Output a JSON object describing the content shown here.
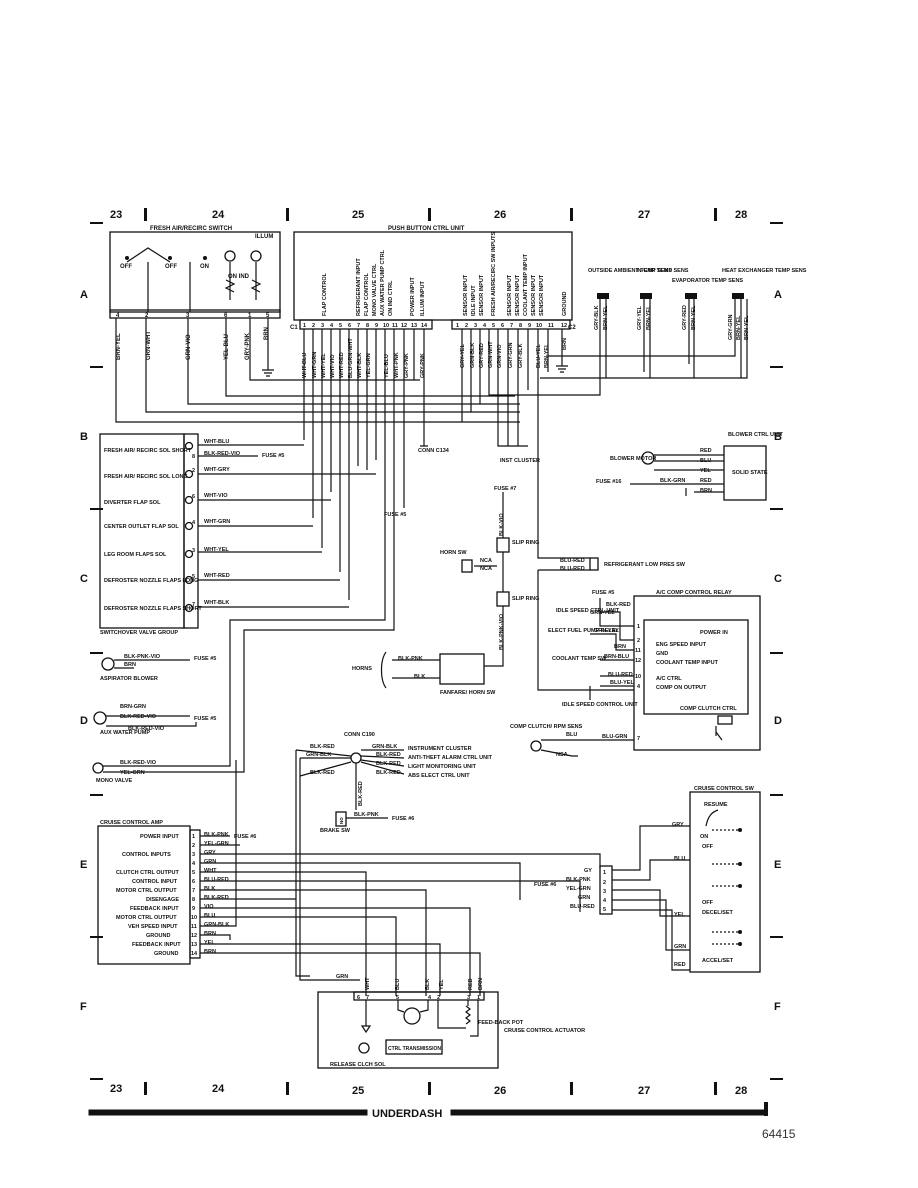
{
  "grid": {
    "columns": [
      "23",
      "24",
      "25",
      "26",
      "27",
      "28"
    ],
    "rows": [
      "A",
      "B",
      "C",
      "D",
      "E",
      "F"
    ]
  },
  "footer": {
    "label": "UNDERDASH",
    "figure_number": "64415"
  },
  "components": {
    "fresh_air_switch": {
      "title": "FRESH AIR/RECIRC SWITCH",
      "illum": "ILLUM",
      "off1": "OFF",
      "off2": "OFF",
      "on": "ON",
      "on_ind": "ON IND",
      "pins": [
        "4",
        "2",
        "3",
        "6",
        "1",
        "5"
      ]
    },
    "push_button_unit": {
      "title": "PUSH BUTTON CTRL UNIT",
      "c1": "C1",
      "c2": "C2",
      "c1_pins": [
        "1",
        "2",
        "3",
        "4",
        "5",
        "6",
        "7",
        "8",
        "9",
        "10",
        "11",
        "12",
        "13",
        "14"
      ],
      "c2_pins": [
        "1",
        "2",
        "3",
        "4",
        "5",
        "6",
        "7",
        "8",
        "9",
        "10",
        "11",
        "12"
      ],
      "c1_functions": [
        "FLAP CONTROL",
        "REFRIGERANT INPUT",
        "FLAP CONTROL",
        "MONO VALVE CTRL",
        "AUX WATER PUMP CTRL",
        "ON IND CTRL",
        "POWER INPUT",
        "ILLUM INPUT"
      ],
      "c2_functions": [
        "SENSOR INPUT",
        "IDLE INPUT",
        "SENSOR INPUT",
        "FRESH AIR/RECIRC SW INPUTS",
        "SENSOR INPUT",
        "SENSOR INPUT",
        "COOLANT TEMP INPUT",
        "SENSOR INPUT",
        "SENSOR INPUT",
        "GROUND"
      ]
    },
    "sensors": [
      {
        "name": "OUTSIDE AMBIENT TEMP SENS",
        "wires": [
          "GRY-BLK",
          "BRN-YEL"
        ]
      },
      {
        "name": "IN-CAR TEMP SENS",
        "wires": [
          "GRY-YEL",
          "BRN-YEL"
        ]
      },
      {
        "name": "EVAPORATOR TEMP SENS",
        "wires": [
          "GRY-RED",
          "BRN-YEL"
        ]
      },
      {
        "name": "HEAT EXCHANGER TEMP SENS",
        "wires": [
          "GRY-GRN",
          "BRN-YEL",
          "BRN-YEL"
        ]
      }
    ],
    "switchover_group": {
      "title": "SWITCHOVER VALVE GROUP",
      "solenoids": [
        {
          "name": "FRESH AIR/ RECIRC SOL SHORT",
          "pin": "8",
          "wire": "WHT-BLU"
        },
        {
          "name": "FRESH AIR/ RECIRC SOL LONG",
          "pin": "2",
          "wire": "WHT-GRY"
        },
        {
          "name": "DIVERTER FLAP SOL",
          "pin": "6",
          "wire": "WHT-VIO"
        },
        {
          "name": "CENTER OUTLET FLAP SOL",
          "pin": "4",
          "wire": "WHT-GRN"
        },
        {
          "name": "LEG ROOM FLAPS SOL",
          "pin": "3",
          "wire": "WHT-YEL"
        },
        {
          "name": "DEFROSTER NOZZLE FLAPS LONG",
          "pin": "5",
          "wire": "WHT-RED"
        },
        {
          "name": "DEFROSTER NOZZLE FLAPS SHORT",
          "pin": "7",
          "wire": "WHT-BLK"
        }
      ],
      "supply_wire": "BLK-RED-VIO",
      "fuse": "FUSE #5"
    },
    "conn_c134": "CONN C134",
    "inst_cluster": "INST CLUSTER",
    "blower": {
      "unit_title": "BLOWER CTRL UNIT",
      "motor": "BLOWER MOTOR",
      "solid_state": "SOLID STATE",
      "wires": [
        "RED",
        "BLU",
        "YEL",
        "RED",
        "BRN"
      ],
      "fuse_wire": "BLK-GRN",
      "fuse": "FUSE #16"
    },
    "fuse5_label": "FUSE #5",
    "fuse7_label": "FUSE #7",
    "slip_ring": "SLIP RING",
    "horn_sw": "HORN SW",
    "nca": "NCA",
    "horns": "HORNS",
    "fanfare": "FANFARE/ HORN SW",
    "horn_wires": [
      "BLK-VIO",
      "BLK-PNK",
      "BLK",
      "BLK-PNK-VIO"
    ],
    "refrigerant_sw": {
      "name": "REFRIGERANT LOW PRES SW",
      "wires": [
        "BLU-RED",
        "BLU-RED"
      ]
    },
    "ac_relay": {
      "title": "A/C COMP CONTROL RELAY",
      "fuse": "FUSE #5",
      "inputs": [
        {
          "name": "IDLE SPEED CTRL UNIT",
          "wire": "GRN-YEL"
        },
        {
          "name": "ELECT FUEL PUMP RELAY",
          "wire": "GRN-YEL"
        },
        {
          "name": "COOLANT TEMP SW",
          "wire": "BRN-BLU"
        },
        {
          "name": "IDLE SPEED CONTROL UNIT",
          "wire": "BLU-YEL"
        }
      ],
      "pins": [
        "1",
        "2",
        "11",
        "12",
        "10",
        "4",
        "7"
      ],
      "functions": [
        "POWER IN",
        "ENG SPEED INPUT",
        "GND",
        "COOLANT TEMP INPUT",
        "A/C CTRL",
        "COMP ON OUTPUT"
      ],
      "sub": "COMP CLUTCH CTRL",
      "wires": [
        "BLK-RED",
        "BRN",
        "BLU-RED",
        "BLU-GRN"
      ]
    },
    "comp_clutch": {
      "name": "COMP CLUTCH/ RPM SENS",
      "wires": [
        "BLU",
        "BLU-GRN"
      ],
      "nsa": "NSA"
    },
    "aspirator": {
      "name": "ASPIRATOR BLOWER",
      "wires": [
        "BLK-PNK-VIO",
        "BRN"
      ],
      "fuse": "FUSE #5"
    },
    "aux_pump": {
      "name": "AUX WATER PUMP",
      "wires": [
        "BRN-GRN",
        "BLK-RED-VIO",
        "BLK-RED-VIO"
      ],
      "fuse": "FUSE #5"
    },
    "mono_valve": {
      "name": "MONO VALVE",
      "wires": [
        "BLK-RED-VIO",
        "YEL-GRN"
      ]
    },
    "conn_c190": {
      "name": "CONN C190",
      "left_wires": [
        "BLK-RED",
        "GRN-BLK",
        "BLK-RED"
      ],
      "right": [
        {
          "wire": "GRN-BLK",
          "dest": "INSTRUMENT CLUSTER"
        },
        {
          "wire": "BLK-RED",
          "dest": "ANTI-THEFT ALARM CTRL UNIT"
        },
        {
          "wire": "BLK-RED",
          "dest": "LIGHT MONITORING UNIT"
        },
        {
          "wire": "BLK-RED",
          "dest": "ABS ELECT CTRL UNIT"
        }
      ]
    },
    "brake_sw": {
      "name": "BRAKE SW",
      "wire": "BLK-PNK",
      "fuse": "FUSE #6",
      "nc": "NO"
    },
    "cruise_amp": {
      "title": "CRUISE CONTROL AMP",
      "rows": [
        {
          "label": "POWER INPUT",
          "pin": "1",
          "wire": "BLK-PNK"
        },
        {
          "label": "",
          "pin": "2",
          "wire": "YEL-GRN"
        },
        {
          "label": "CONTROL INPUTS",
          "pin": "3",
          "wire": "GRY"
        },
        {
          "label": "",
          "pin": "4",
          "wire": "GRN"
        },
        {
          "label": "CLUTCH CTRL OUTPUT",
          "pin": "5",
          "wire": "WHT"
        },
        {
          "label": "CONTROL INPUT",
          "pin": "6",
          "wire": "BLU-RED"
        },
        {
          "label": "MOTOR CTRL OUTPUT",
          "pin": "7",
          "wire": "BLK"
        },
        {
          "label": "DISENGAGE",
          "pin": "8",
          "wire": "BLK-RED"
        },
        {
          "label": "FEEDBACK INPUT",
          "pin": "9",
          "wire": "VIO"
        },
        {
          "label": "MOTOR CTRL OUTPUT",
          "pin": "10",
          "wire": "BLU"
        },
        {
          "label": "VEH SPEED INPUT",
          "pin": "11",
          "wire": "GRN-BLK"
        },
        {
          "label": "GROUND",
          "pin": "12",
          "wire": "BRN"
        },
        {
          "label": "FEEDBACK INPUT",
          "pin": "13",
          "wire": "YEL"
        },
        {
          "label": "GROUND",
          "pin": "14",
          "wire": "BRN"
        }
      ],
      "fuse": "FUSE #6"
    },
    "cruise_sw": {
      "title": "CRUISE CONTROL SW",
      "positions": [
        "RESUME",
        "ON",
        "OFF",
        "OFF",
        "DECEL/SET",
        "ACCEL/SET"
      ],
      "pins": [
        "1",
        "2",
        "3",
        "4",
        "5"
      ],
      "wires": [
        "GY",
        "BLK-PNK",
        "YEL-GRN",
        "GRN",
        "BLU-RED"
      ],
      "switch_wires": [
        "GRY",
        "BLU",
        "YEL",
        "GRN",
        "RED"
      ],
      "fuse": "FUSE #6"
    },
    "actuator": {
      "name": "CRUISE CONTROL ACTUATOR",
      "pins": [
        "6",
        "7",
        "5",
        "4",
        "2",
        "3",
        "1"
      ],
      "wires": [
        "GRN",
        "WHT",
        "BLU",
        "BLK",
        "YEL",
        "RED",
        "BRN"
      ],
      "feedback_pot": "FEED-BACK POT",
      "transmission": "CTRL TRANSMISSION",
      "release": "RELEASE CLCH SOL"
    },
    "left_wires": [
      "BRN-YEL",
      "GRN-WHT",
      "GRN-VIO",
      "YEL-BLU",
      "GRY-PNK",
      "BRN"
    ],
    "c1_wires": [
      "WHT-BLU",
      "WHT-GRN",
      "WHT-YEL",
      "WHT-VIO",
      "WHT-RED",
      "BLU-GRN-WHT",
      "WHT-BLK",
      "YEL-GRN",
      "YEL-BLU",
      "WHT-PNK",
      "GRY-PNK",
      "GRY-PNK"
    ],
    "c2_wires": [
      "GRY-YEL",
      "GRN-BLK",
      "GRY-RED",
      "GRN-WHT",
      "GRN-VIO",
      "GRY-GRN",
      "GRY-BLK",
      "BLU-YEL",
      "BRN-YEL",
      "BRN"
    ],
    "misc": {
      "fuse_right": "FUSE #",
      "gry": "GRY",
      "brn": "BRN"
    }
  }
}
